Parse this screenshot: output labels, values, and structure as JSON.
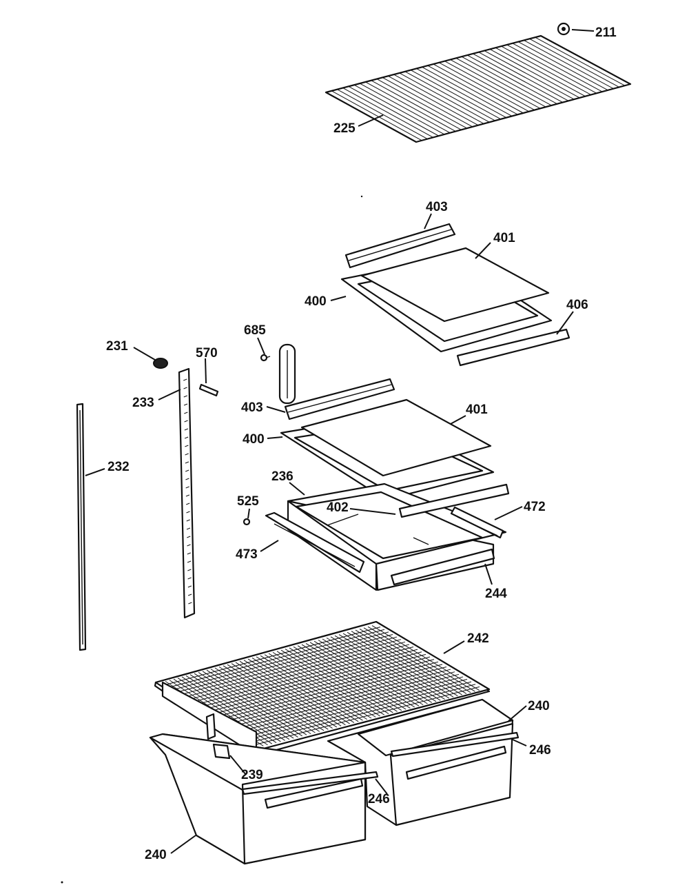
{
  "callouts": {
    "c211": "211",
    "c225": "225",
    "c403a": "403",
    "c401a": "401",
    "c400a": "400",
    "c406": "406",
    "c685": "685",
    "c231": "231",
    "c570": "570",
    "c233": "233",
    "c403b": "403",
    "c401b": "401",
    "c400b": "400",
    "c232": "232",
    "c236": "236",
    "c525": "525",
    "c402": "402",
    "c472": "472",
    "c473": "473",
    "c244": "244",
    "c242": "242",
    "c240a": "240",
    "c246a": "246",
    "c239": "239",
    "c246b": "246",
    "c240b": "240"
  }
}
